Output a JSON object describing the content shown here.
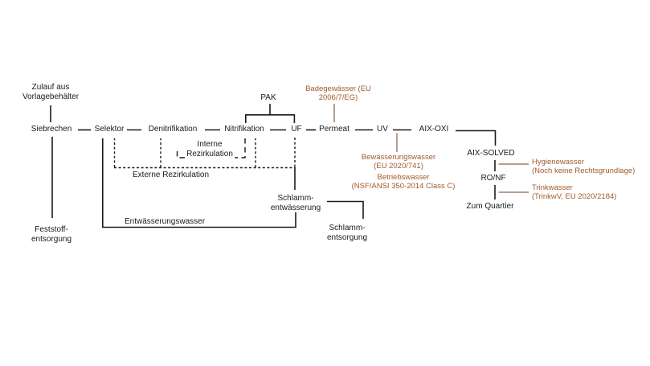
{
  "colors": {
    "ink": "#1a1a1a",
    "annotation_text": "#A15B2B",
    "annotation_line": "#9d7f6c",
    "background": "#ffffff"
  },
  "nodes": {
    "zulauf": "Zulauf aus\nVorlagebehälter",
    "siebrechen": "Siebrechen",
    "selektor": "Selektor",
    "denitrifikation": "Denitrifikation",
    "nitrifikation": "Nitrifikation",
    "pak": "PAK",
    "uf": "UF",
    "permeat": "Permeat",
    "uv": "UV",
    "aix_oxi": "AIX-OXI",
    "aix_solved": "AIX-SOLVED",
    "ro_nf": "RO/NF",
    "zum_quartier": "Zum Quartier",
    "schlammentwaesserung": "Schlamm-\nentwässerung",
    "schlammentsorgung": "Schlamm-\nentsorgung",
    "feststoffentsorgung": "Feststoff-\nentsorgung"
  },
  "flows": {
    "interne_rezirkulation": "Interne\nRezirkulation",
    "externe_rezirkulation": "Externe Rezirkulation",
    "entwaesserungswasser": "Entwässerungswasser"
  },
  "water_annotations": {
    "badegewaesser": "Badegewässer (EU\n2006/7/EG)",
    "bewaesserungswasser": "Bewässerungswasser\n(EU 2020/741)",
    "betriebswasser": "Betriebswasser\n(NSF/ANSI 350-2014 Class C)",
    "hygienewasser": "Hygienewasser\n(Noch keine Rechtsgrundlage)",
    "trinkwasser": "Trinkwasser\n(TrinkwV, EU 2020/2184)"
  }
}
